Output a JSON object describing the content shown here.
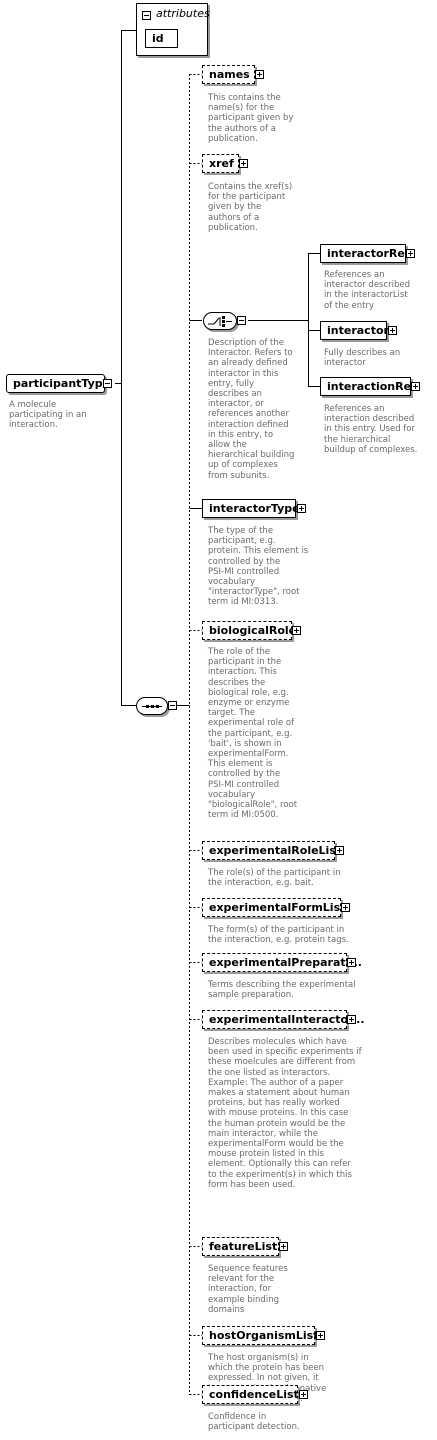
{
  "root": {
    "name": "participantType",
    "description": "A molecule\nparticipating in an\ninteraction."
  },
  "attributes": {
    "title": "attributes",
    "items": [
      "id"
    ]
  },
  "choice": {
    "description": "Description of the\nInteractor. Refers to\nan already defined\ninteractor in this\nentry, fully\ndescribes an\ninteractor, or\nreferences another\ninteraction defined\nin this entry, to\nallow the\nhierarchical building\nup of complexes\nfrom subunits.",
    "options": [
      {
        "name": "interactorRef",
        "description": "References an\ninteractor described\nin the interactorList\nof the entry"
      },
      {
        "name": "interactor",
        "description": "Fully describes an\ninteractor"
      },
      {
        "name": "interactionRef",
        "description": "References an\ninteraction described\nin this entry. Used for\nthe hierarchical\nbuildup of complexes."
      }
    ]
  },
  "elements": [
    {
      "name": "names",
      "description": "This contains the\nname(s) for the\nparticipant given by\nthe authors of a\npublication."
    },
    {
      "name": "xref",
      "description": "Contains the xref(s)\nfor the participant\ngiven by the\nauthors of a\npublication."
    },
    {
      "name": "interactorType",
      "description": "The type of the\nparticipant, e.g.\nprotein. This element is\ncontrolled by the\nPSI-MI controlled\nvocabulary\n\"interactorType\", root\nterm id MI:0313."
    },
    {
      "name": "biologicalRole",
      "description": "The role of the\nparticipant in the\ninteraction. This\ndescribes the\nbiological role, e.g.\nenzyme or enzyme\ntarget. The\nexperimental role of\nthe participant, e.g.\n'bait', is shown in\nexperimentalForm.\nThis element is\ncontrolled by the\nPSI-MI controlled\nvocabulary\n\"biologicalRole\", root\nterm id MI:0500."
    },
    {
      "name": "experimentalRoleList",
      "description": "The role(s) of the participant in\nthe interaction, e.g. bait."
    },
    {
      "name": "experimentalFormList",
      "description": "The form(s) of the participant in\nthe interaction, e.g. protein tags."
    },
    {
      "name": "experimentalPreparati...",
      "description": "Terms describing the experimental\nsample preparation."
    },
    {
      "name": "experimentalInteractor...",
      "description": "Describes molecules which have\nbeen used in specific experiments if\nthese moelcules are different from\nthe one listed as interactors.\nExample: The author of a paper\nmakes a statement about human\nproteins, but has really worked\nwith mouse proteins. In this case\nthe human protein would be the\nmain interactor, while the\nexperimentalForm would be the\nmouse protein listed in this\nelement. Optionally this can refer\nto the experiment(s) in which this\nform has been used."
    },
    {
      "name": "featureList",
      "description": "Sequence features\nrelevant for the\ninteraction, for\nexample binding\ndomains"
    },
    {
      "name": "hostOrganismList",
      "description": "The host organism(s) in\nwhich the protein has been\nexpressed. In not given, it\nis assumed to be the native\nspecies of the protein."
    },
    {
      "name": "confidenceList",
      "description": "Confidence in\nparticipant detection."
    }
  ]
}
